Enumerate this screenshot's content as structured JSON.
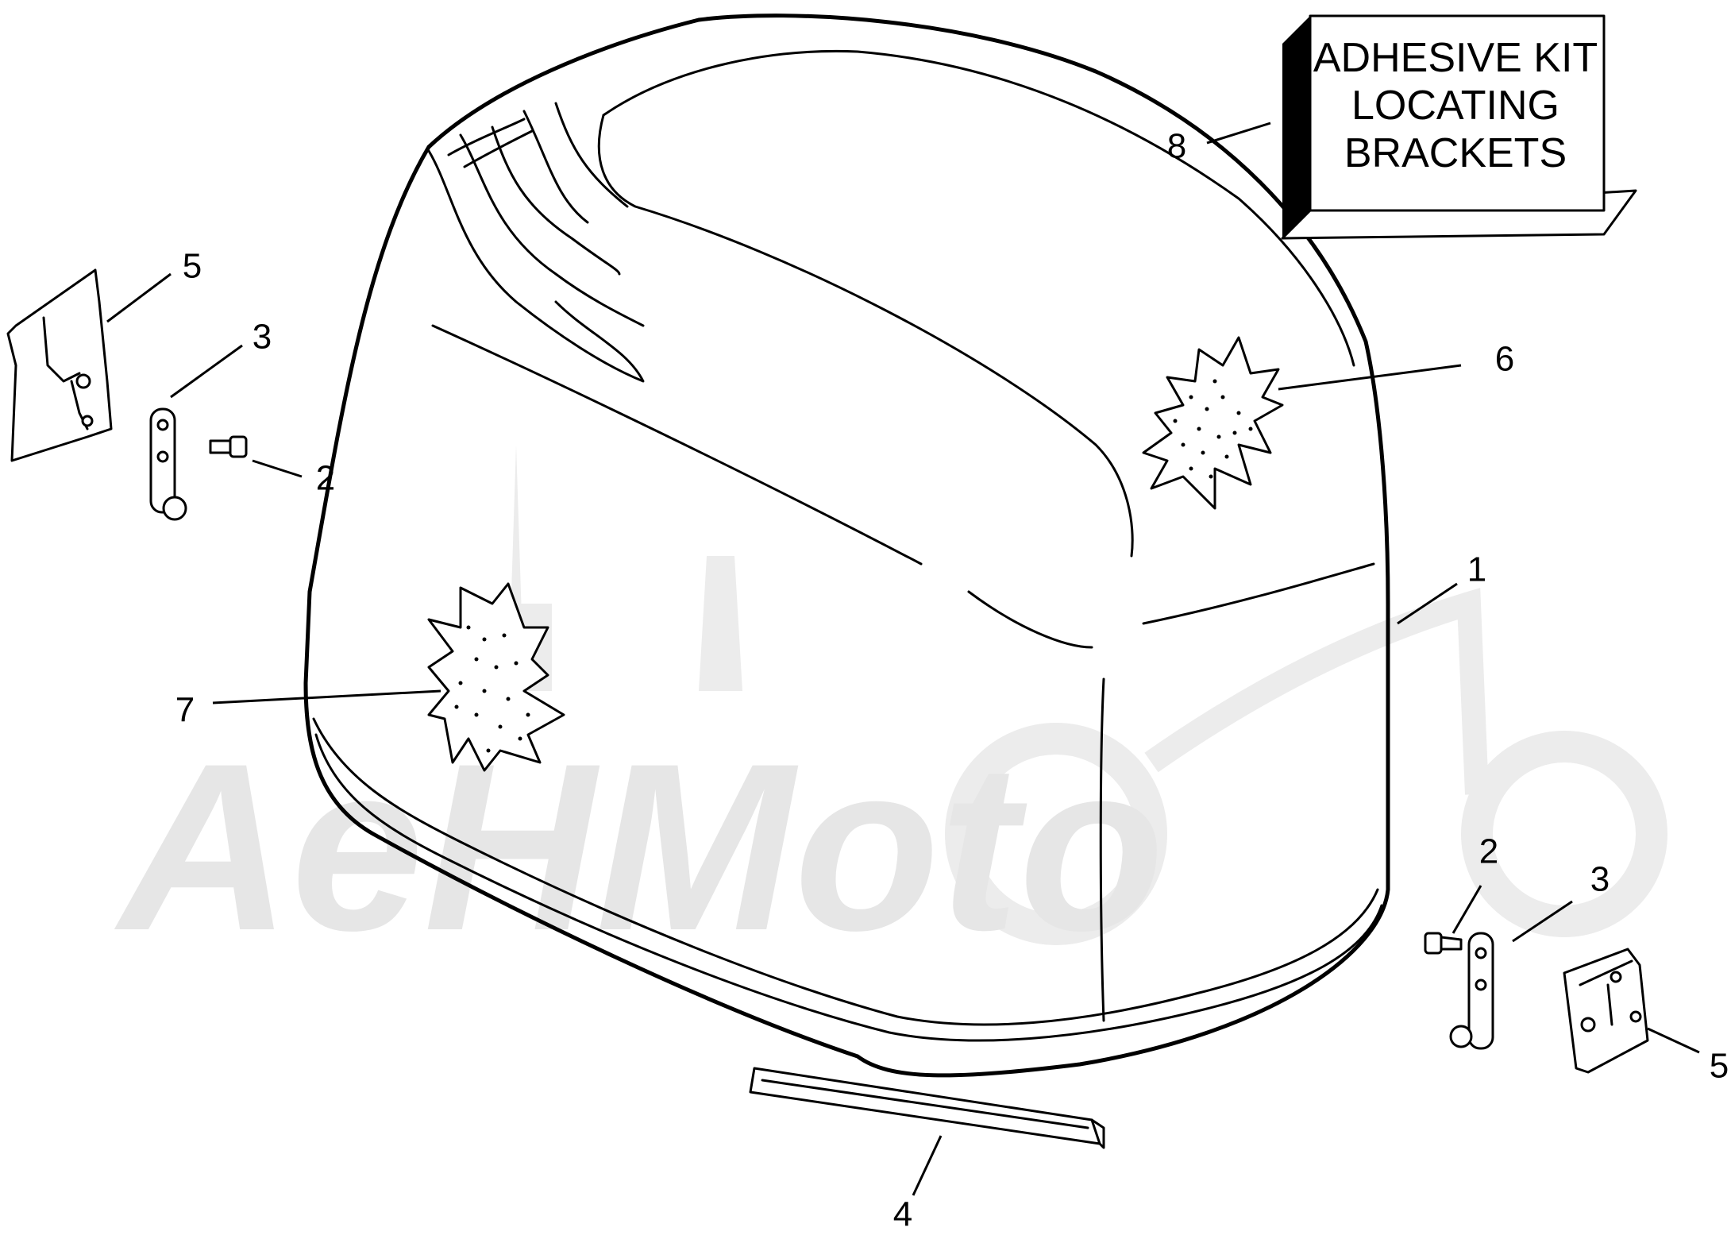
{
  "watermark": {
    "text": "AeHMoto"
  },
  "kit_box": {
    "line1": "ADHESIVE KIT",
    "line2": "LOCATING",
    "line3": "BRACKETS"
  },
  "callouts": {
    "c1": "1",
    "c2_left": "2",
    "c2_right": "2",
    "c3_left": "3",
    "c3_right": "3",
    "c4": "4",
    "c5_left": "5",
    "c5_right": "5",
    "c6": "6",
    "c7": "7",
    "c8": "8"
  },
  "colors": {
    "line": "#000000",
    "background": "#ffffff",
    "watermark": "#e6e6e6"
  }
}
